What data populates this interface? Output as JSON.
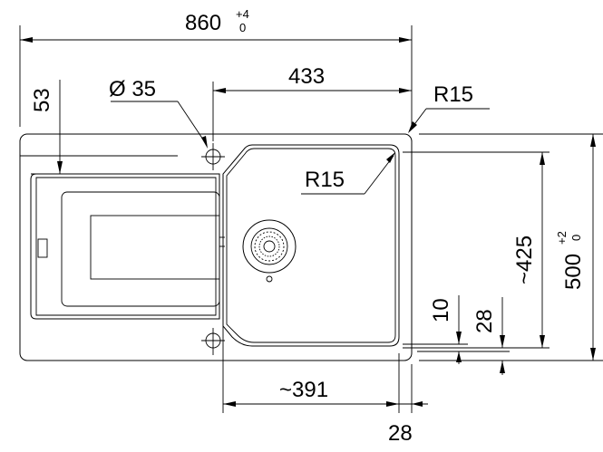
{
  "dimensions": {
    "overall_width": {
      "value": "860",
      "tol_upper": "+4",
      "tol_lower": "0"
    },
    "overall_depth": {
      "value": "500",
      "tol_upper": "+2",
      "tol_lower": "0"
    },
    "top_offset": "53",
    "hole_diameter": "Ø 35",
    "tap_to_right_edge": "433",
    "corner_radius_outer": "R15",
    "corner_radius_bowl": "R15",
    "bowl_depth": "~425",
    "bottom_margin_10": "10",
    "bottom_margin_28": "28",
    "bowl_width": "~391",
    "right_margin": "28"
  },
  "colors": {
    "line": "#000000",
    "background": "#ffffff"
  }
}
